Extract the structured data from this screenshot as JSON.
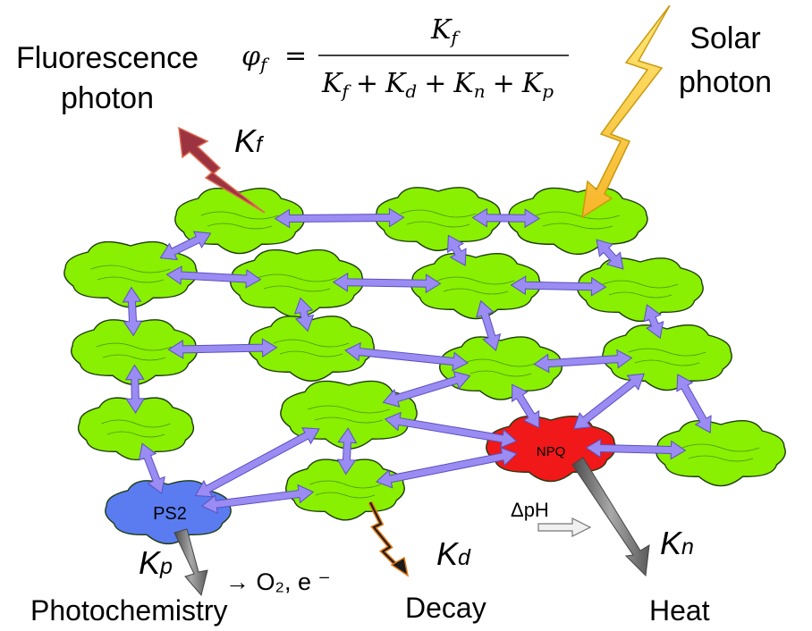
{
  "labels": {
    "fluorescence_line1": "Fluorescence",
    "fluorescence_line2": "photon",
    "solar_line1": "Solar",
    "solar_line2": "photon",
    "photochemistry": "Photochemistry",
    "decay": "Decay",
    "heat": "Heat",
    "products": "→ O₂, e ⁻",
    "delta_ph": "ΔpH",
    "ps2": "PS2",
    "npq": "NPQ"
  },
  "rates": {
    "kf_main": "K",
    "kf_sub": "f",
    "kp_main": "K",
    "kp_sub": "p",
    "kd_main": "K",
    "kd_sub": "d",
    "kn_main": "K",
    "kn_sub": "n"
  },
  "equation": {
    "lhs": "φ",
    "lhs_sub": "f",
    "equals": "=",
    "numerator_main": "K",
    "numerator_sub": "f",
    "den_t1": "K",
    "den_t1_sub": "f",
    "den_plus1": "+",
    "den_t2": "K",
    "den_t2_sub": "d",
    "den_plus2": "+",
    "den_t3": "K",
    "den_t3_sub": "n",
    "den_plus3": "+",
    "den_t4": "K",
    "den_t4_sub": "p"
  },
  "colors": {
    "antenna": "#88f000",
    "ps2": "#5a7cf0",
    "npq": "#f01818",
    "transfer_arrow": "#9a8cf2",
    "fluorescence_bolt": "#9c3340",
    "solar_bolt": "#ffd23c",
    "decay_bolt": "#d85a00",
    "output_arrow": "#7a7a7a"
  }
}
